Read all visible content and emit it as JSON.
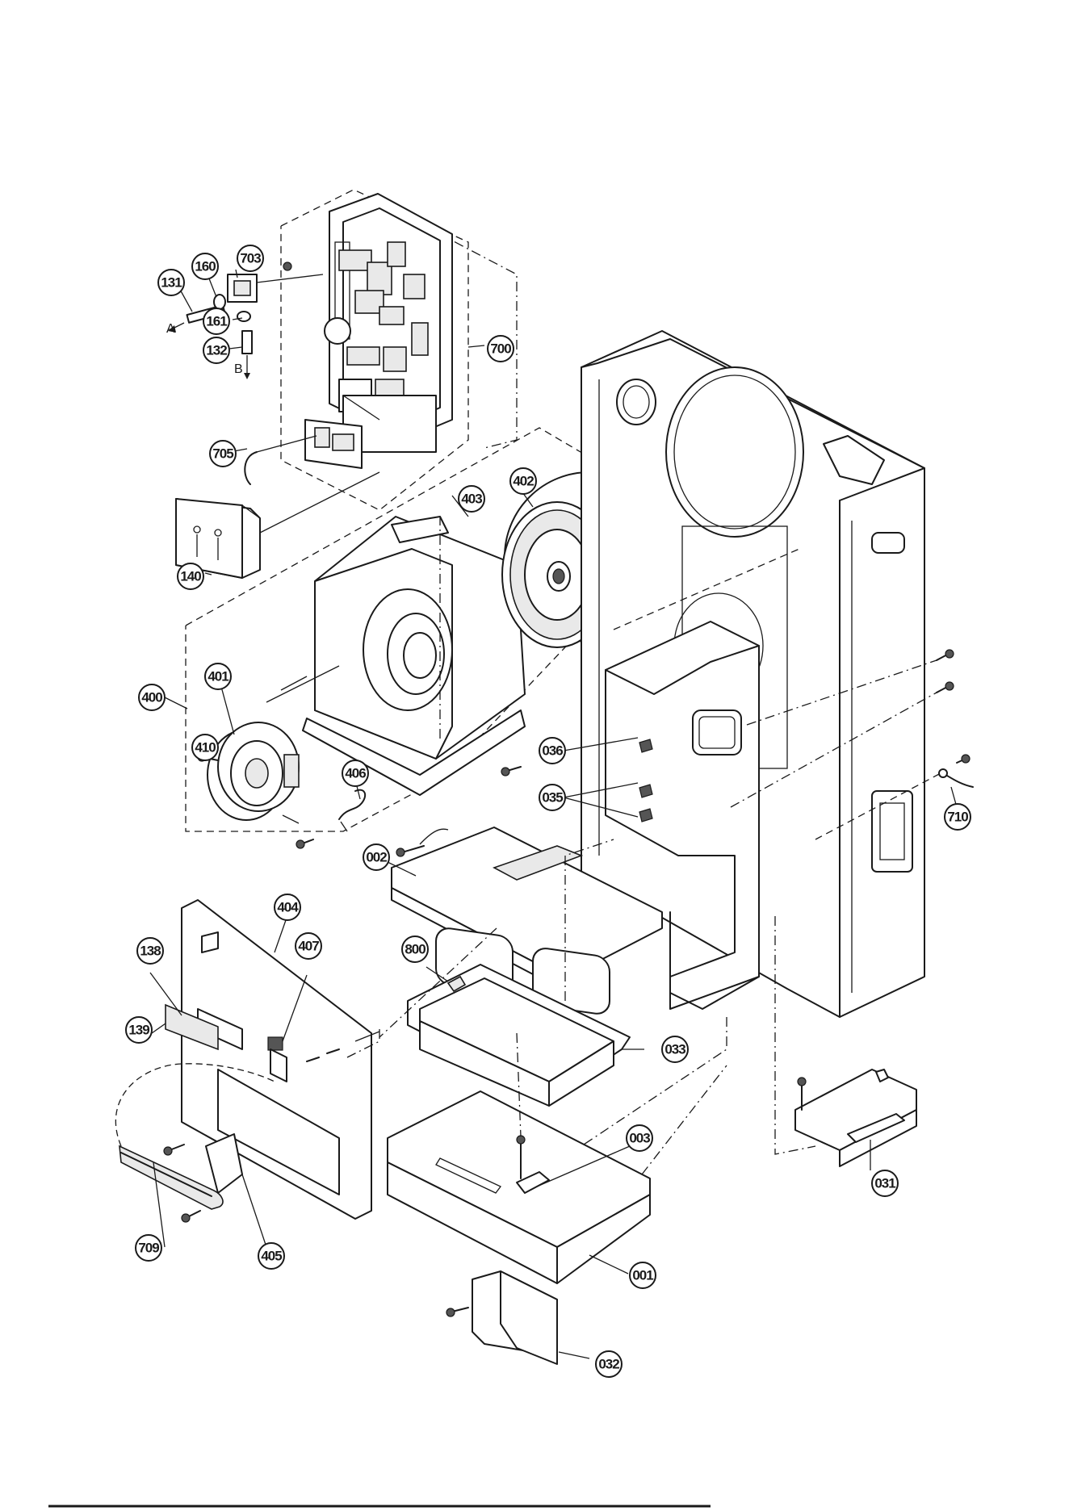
{
  "diagram": {
    "parts": [
      {
        "id": "p131",
        "label": "131"
      },
      {
        "id": "p160",
        "label": "160"
      },
      {
        "id": "p703",
        "label": "703"
      },
      {
        "id": "p161",
        "label": "161"
      },
      {
        "id": "p132",
        "label": "132"
      },
      {
        "id": "p700",
        "label": "700"
      },
      {
        "id": "p705",
        "label": "705"
      },
      {
        "id": "p140",
        "label": "140"
      },
      {
        "id": "p403",
        "label": "403"
      },
      {
        "id": "p402",
        "label": "402"
      },
      {
        "id": "p400",
        "label": "400"
      },
      {
        "id": "p401",
        "label": "401"
      },
      {
        "id": "p410",
        "label": "410"
      },
      {
        "id": "p406",
        "label": "406"
      },
      {
        "id": "p036",
        "label": "036"
      },
      {
        "id": "p035",
        "label": "035"
      },
      {
        "id": "p710",
        "label": "710"
      },
      {
        "id": "p002",
        "label": "002"
      },
      {
        "id": "p404",
        "label": "404"
      },
      {
        "id": "p407",
        "label": "407"
      },
      {
        "id": "p138",
        "label": "138"
      },
      {
        "id": "p139",
        "label": "139"
      },
      {
        "id": "p800",
        "label": "800"
      },
      {
        "id": "p033",
        "label": "033"
      },
      {
        "id": "p003",
        "label": "003"
      },
      {
        "id": "p031",
        "label": "031"
      },
      {
        "id": "p709",
        "label": "709"
      },
      {
        "id": "p405",
        "label": "405"
      },
      {
        "id": "p001",
        "label": "001"
      },
      {
        "id": "p032",
        "label": "032"
      }
    ],
    "arrow_labels": {
      "a": "A",
      "b": "B"
    }
  }
}
